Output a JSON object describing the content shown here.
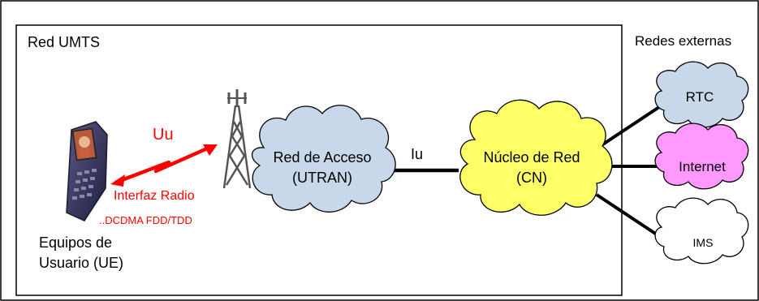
{
  "umts_network": {
    "label": "Red UMTS"
  },
  "external_networks": {
    "label": "Redes externas"
  },
  "user_equipment": {
    "label_line1": "Equipos de",
    "label_line2": "Usuario (UE)"
  },
  "radio_link": {
    "name": "Uu",
    "interface_label": "Interfaz Radio",
    "technology_label": "..DCDMA FDD/TDD",
    "color": "#ff0000"
  },
  "access_network": {
    "label_line1": "Red de Acceso",
    "label_line2": "(UTRAN)",
    "color": "#c8d8ea"
  },
  "iu_link": {
    "label": "Iu"
  },
  "core_network": {
    "label_line1": "Núcleo de Red",
    "label_line2": "(CN)",
    "color": "#ffff66"
  },
  "external_clouds": [
    {
      "label": "RTC",
      "color": "#c8d8ea"
    },
    {
      "label": "Internet",
      "color": "#ff99ff"
    },
    {
      "label": "IMS",
      "color": "#ffffff"
    }
  ]
}
